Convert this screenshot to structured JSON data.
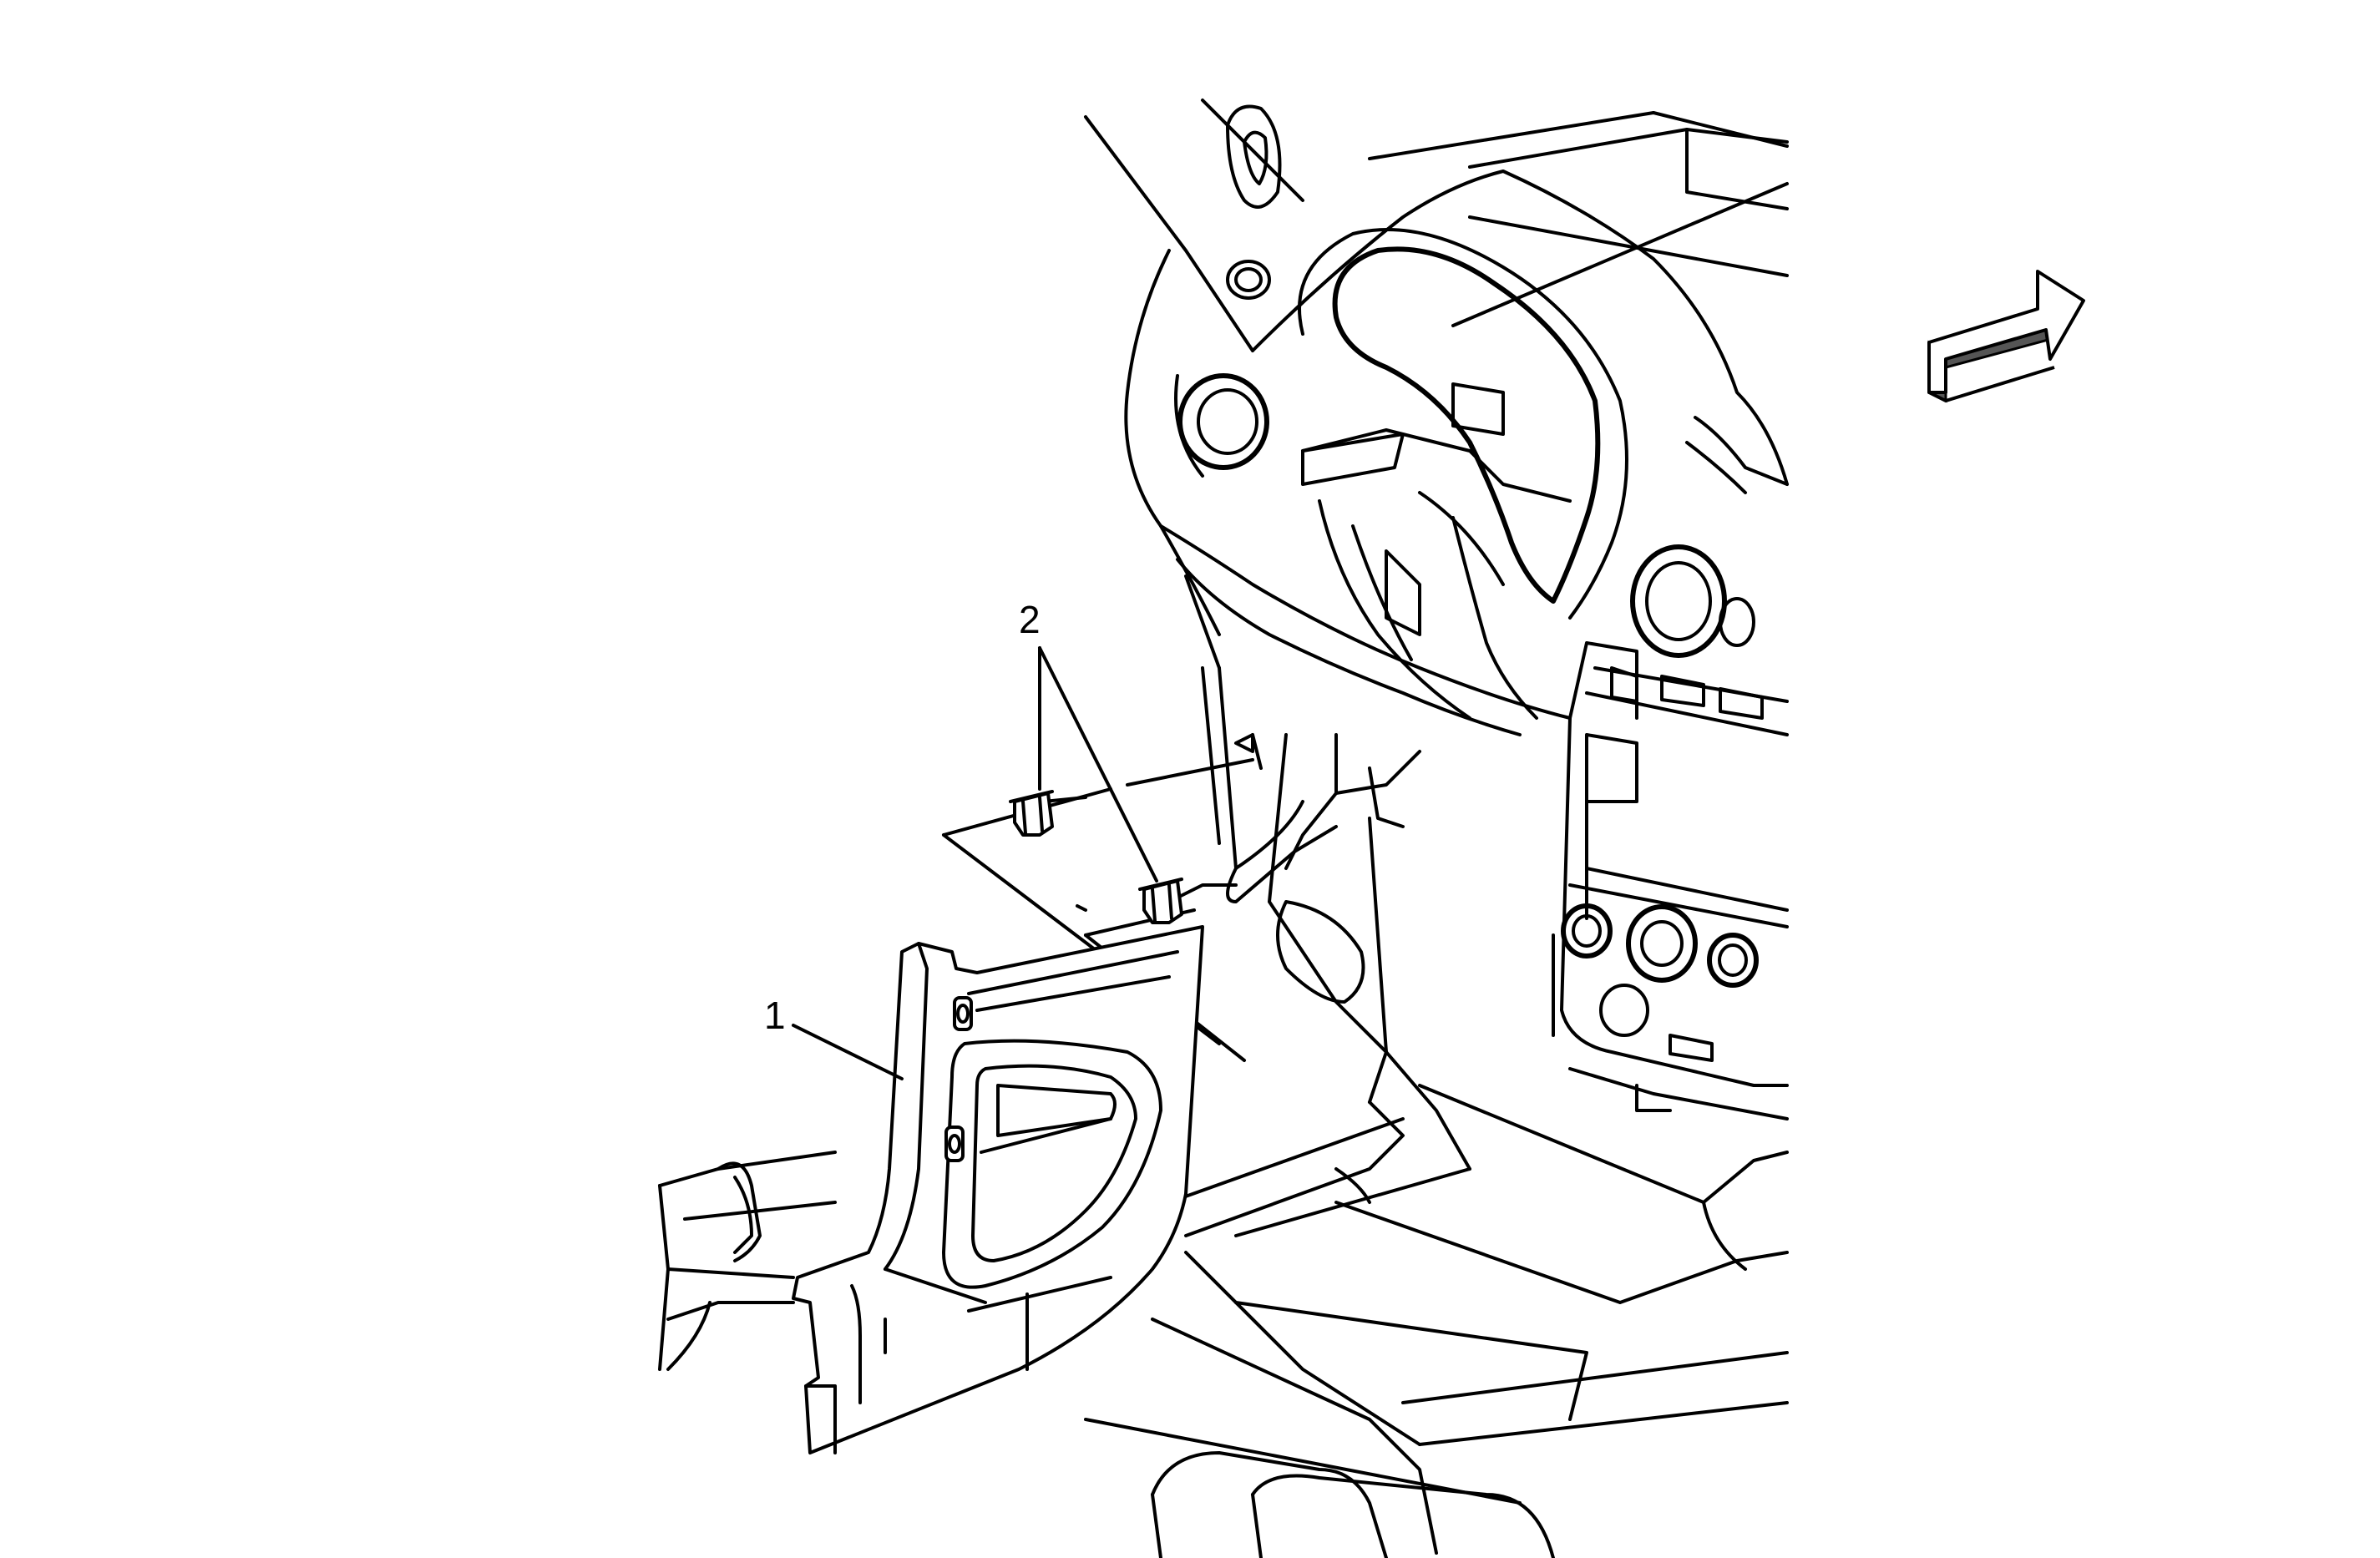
{
  "callouts": [
    {
      "id": "1",
      "label": "1"
    },
    {
      "id": "2",
      "label": "2"
    }
  ],
  "icons": [
    "direction-arrow-icon"
  ],
  "colors": {
    "line": "#000000",
    "background": "#ffffff",
    "arrow_shade": "#555555"
  }
}
